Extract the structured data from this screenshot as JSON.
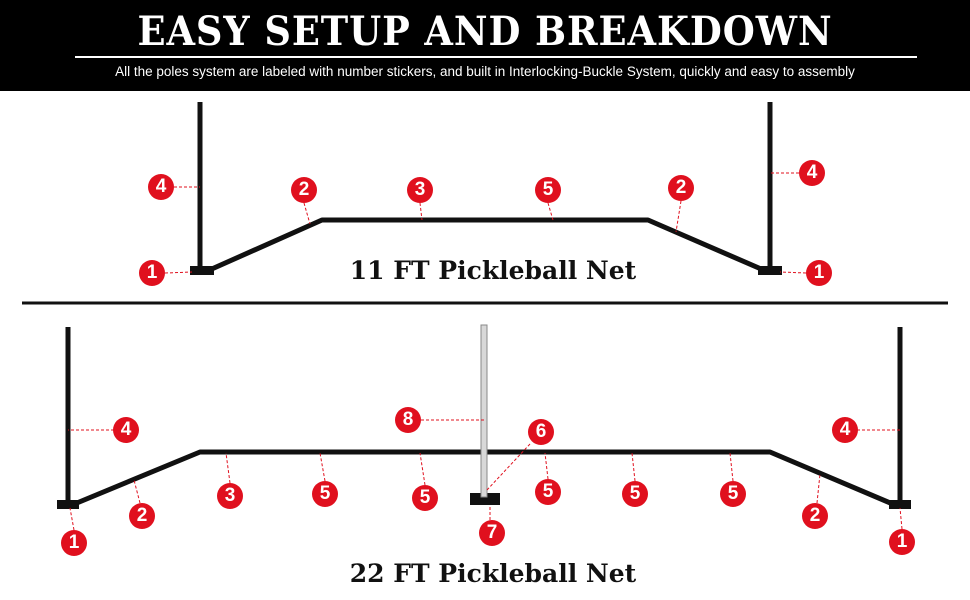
{
  "header": {
    "title": "EASY SETUP AND BREAKDOWN",
    "subtitle": "All the poles system are labeled with number stickers, and built in Interlocking-Buckle System, quickly and easy to assembly"
  },
  "net_11ft": {
    "title": "11 FT Pickleball Net",
    "badges": [
      "4",
      "2",
      "3",
      "5",
      "2",
      "4",
      "1",
      "1"
    ]
  },
  "net_22ft": {
    "title": "22 FT Pickleball Net",
    "badges": [
      "4",
      "8",
      "6",
      "4",
      "2",
      "3",
      "5",
      "5",
      "5",
      "5",
      "5",
      "2",
      "1",
      "7",
      "1"
    ]
  },
  "colors": {
    "badge": "#e0101e",
    "pole": "#111111",
    "center_pole": "#d8d8d8"
  }
}
